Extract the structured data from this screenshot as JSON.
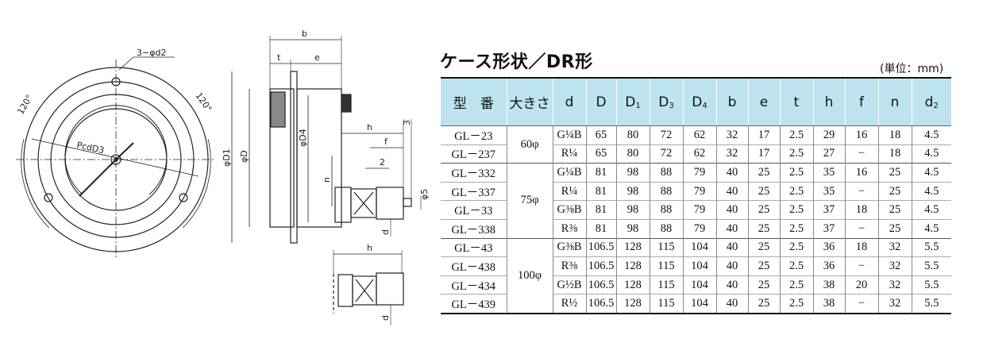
{
  "title": "ケース形状／DR形",
  "unit": "(単位：mm)",
  "drawing": {
    "front_labels": {
      "holes": "3−φd2",
      "angle_left": "120°",
      "angle_right": "120°",
      "pcd": "PcdD3"
    },
    "side_labels": {
      "b": "b",
      "t": "t",
      "e": "e",
      "D1": "φD1",
      "D": "φD",
      "D4": "φD4",
      "h": "h",
      "f": "f",
      "three": "3",
      "two": "2",
      "n": "n",
      "phi5": "φ5",
      "d": "d"
    },
    "bottom_labels": {
      "h": "h",
      "d": "d"
    }
  },
  "table": {
    "headers": [
      {
        "main": "型　番",
        "sub": ""
      },
      {
        "main": "大きさ",
        "sub": ""
      },
      {
        "main": "d",
        "sub": ""
      },
      {
        "main": "D",
        "sub": ""
      },
      {
        "main": "D",
        "sub": "1"
      },
      {
        "main": "D",
        "sub": "3"
      },
      {
        "main": "D",
        "sub": "4"
      },
      {
        "main": "b",
        "sub": ""
      },
      {
        "main": "e",
        "sub": ""
      },
      {
        "main": "t",
        "sub": ""
      },
      {
        "main": "h",
        "sub": ""
      },
      {
        "main": "f",
        "sub": ""
      },
      {
        "main": "n",
        "sub": ""
      },
      {
        "main": "d",
        "sub": "2"
      }
    ],
    "groups": [
      {
        "size": "60φ",
        "rows": [
          [
            "GL－23",
            "G¼B",
            "65",
            "80",
            "72",
            "62",
            "32",
            "17",
            "2.5",
            "29",
            "16",
            "18",
            "4.5"
          ],
          [
            "GL－237",
            "R¼",
            "65",
            "80",
            "72",
            "62",
            "32",
            "17",
            "2.5",
            "27",
            "−",
            "18",
            "4.5"
          ]
        ]
      },
      {
        "size": "75φ",
        "rows": [
          [
            "GL－332",
            "G¼B",
            "81",
            "98",
            "88",
            "79",
            "40",
            "25",
            "2.5",
            "35",
            "16",
            "25",
            "4.5"
          ],
          [
            "GL－337",
            "R¼",
            "81",
            "98",
            "88",
            "79",
            "40",
            "25",
            "2.5",
            "35",
            "−",
            "25",
            "4.5"
          ],
          [
            "GL－33",
            "G⅜B",
            "81",
            "98",
            "88",
            "79",
            "40",
            "25",
            "2.5",
            "37",
            "18",
            "25",
            "4.5"
          ],
          [
            "GL－338",
            "R⅜",
            "81",
            "98",
            "88",
            "79",
            "40",
            "25",
            "2.5",
            "37",
            "−",
            "25",
            "4.5"
          ]
        ]
      },
      {
        "size": "100φ",
        "rows": [
          [
            "GL－43",
            "G⅜B",
            "106.5",
            "128",
            "115",
            "104",
            "40",
            "25",
            "2.5",
            "36",
            "18",
            "32",
            "5.5"
          ],
          [
            "GL－438",
            "R⅜",
            "106.5",
            "128",
            "115",
            "104",
            "40",
            "25",
            "2.5",
            "36",
            "−",
            "32",
            "5.5"
          ],
          [
            "GL－434",
            "G½B",
            "106.5",
            "128",
            "115",
            "104",
            "40",
            "25",
            "2.5",
            "38",
            "20",
            "32",
            "5.5"
          ],
          [
            "GL－439",
            "R½",
            "106.5",
            "128",
            "115",
            "104",
            "40",
            "25",
            "2.5",
            "38",
            "−",
            "32",
            "5.5"
          ]
        ]
      }
    ]
  }
}
